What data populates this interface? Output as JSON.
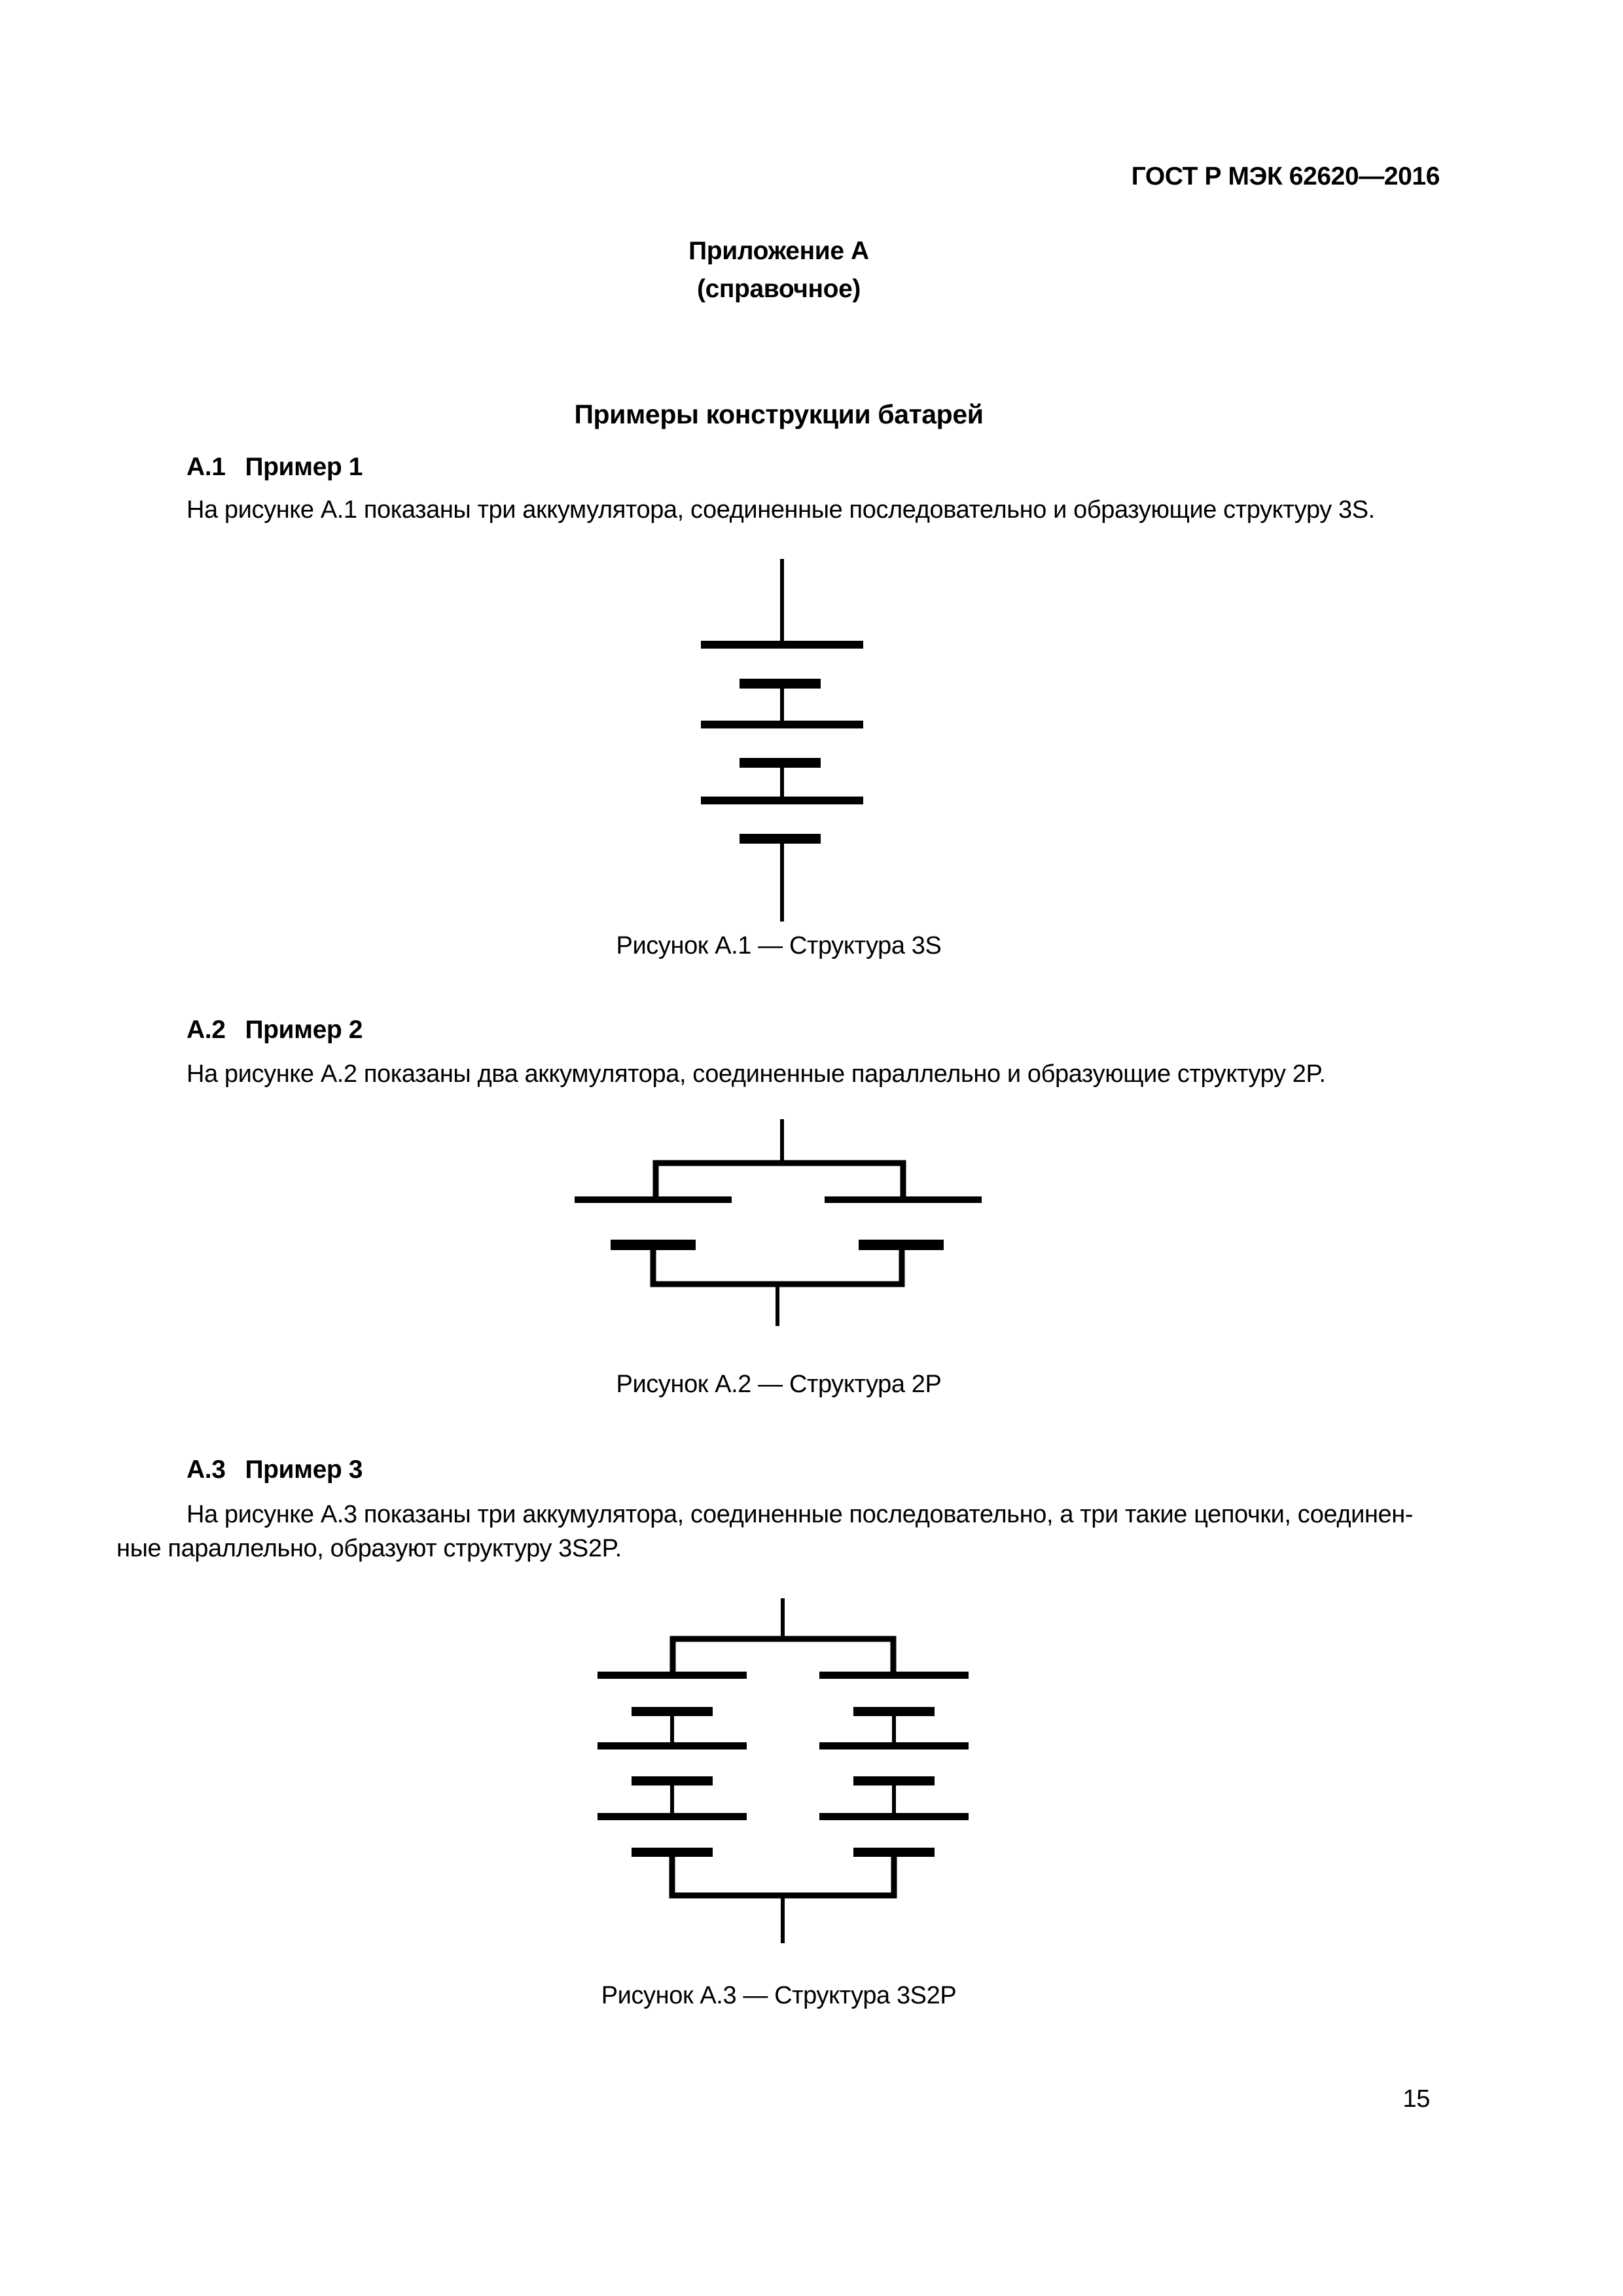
{
  "page": {
    "header": "ГОСТ Р МЭК 62620—2016",
    "page_number": "15"
  },
  "annex": {
    "title": "Приложение А",
    "subtitle": "(справочное)",
    "heading": "Примеры конструкции батарей"
  },
  "sections": [
    {
      "number": "А.1",
      "title": "Пример 1",
      "paragraph_lines": [
        "На рисунке А.1 показаны три аккумулятора, соединенные последовательно и образующие структуру 3S."
      ],
      "structure": "3S",
      "figure_caption": "Рисунок А.1 — Структура 3S"
    },
    {
      "number": "А.2",
      "title": "Пример 2",
      "paragraph_lines": [
        "На рисунке А.2 показаны два аккумулятора, соединенные параллельно и образующие структуру 2P."
      ],
      "structure": "2P",
      "figure_caption": "Рисунок А.2 — Структура 2P"
    },
    {
      "number": "А.3",
      "title": "Пример 3",
      "paragraph_lines": [
        "На рисунке А.3 показаны три аккумулятора, соединенные последовательно, а три такие цепочки, соединен-",
        "ные параллельно, образуют структуру 3S2P."
      ],
      "structure": "3S2P",
      "figure_caption": "Рисунок А.3 — Структура 3S2P"
    }
  ]
}
